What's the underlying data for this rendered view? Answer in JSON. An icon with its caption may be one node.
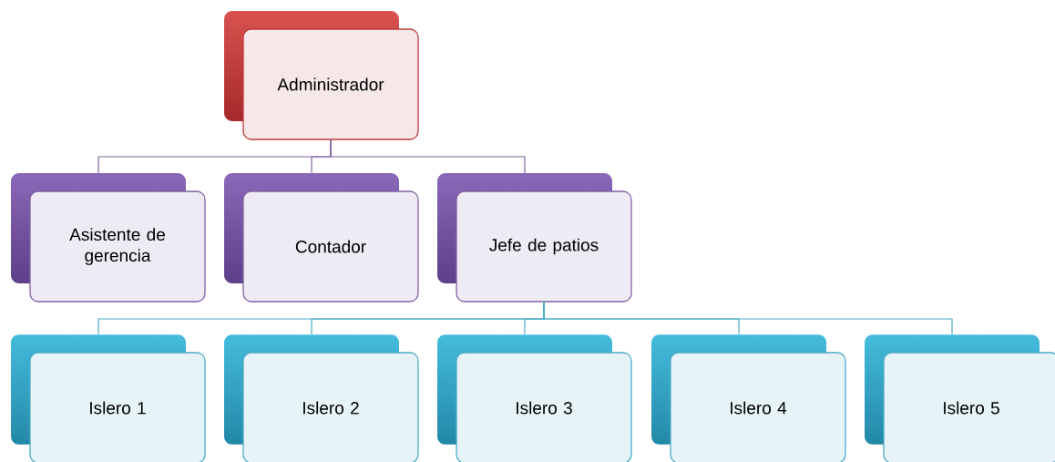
{
  "diagram": {
    "nodes": [
      {
        "text": [
          "Administrador"
        ]
      },
      {
        "text": [
          "Asistente de gerencia"
        ]
      },
      {
        "text": [
          "Contador"
        ]
      },
      {
        "text": [
          "Jefe de patios"
        ]
      },
      {
        "text": [
          "Islero 1"
        ]
      },
      {
        "text": [
          "Islero 2"
        ]
      },
      {
        "text": [
          "Islero 3"
        ]
      },
      {
        "text": [
          "Islero 4"
        ]
      },
      {
        "text": [
          "Islero 5"
        ]
      }
    ],
    "edges": [
      {
        "from": 0,
        "to": 1,
        "arrow": "none",
        "color": "#8064a2"
      },
      {
        "from": 0,
        "to": 2,
        "arrow": "none",
        "color": "#8064a2"
      },
      {
        "from": 0,
        "to": 3,
        "arrow": "none",
        "color": "#8064a2"
      },
      {
        "from": 3,
        "to": 4,
        "arrow": "none"
      },
      {
        "from": 3,
        "to": 5,
        "arrow": "none"
      },
      {
        "from": 3,
        "to": 6,
        "arrow": "none"
      },
      {
        "from": 3,
        "to": 7,
        "arrow": "none"
      },
      {
        "from": 3,
        "to": 8,
        "arrow": "none"
      }
    ]
  }
}
